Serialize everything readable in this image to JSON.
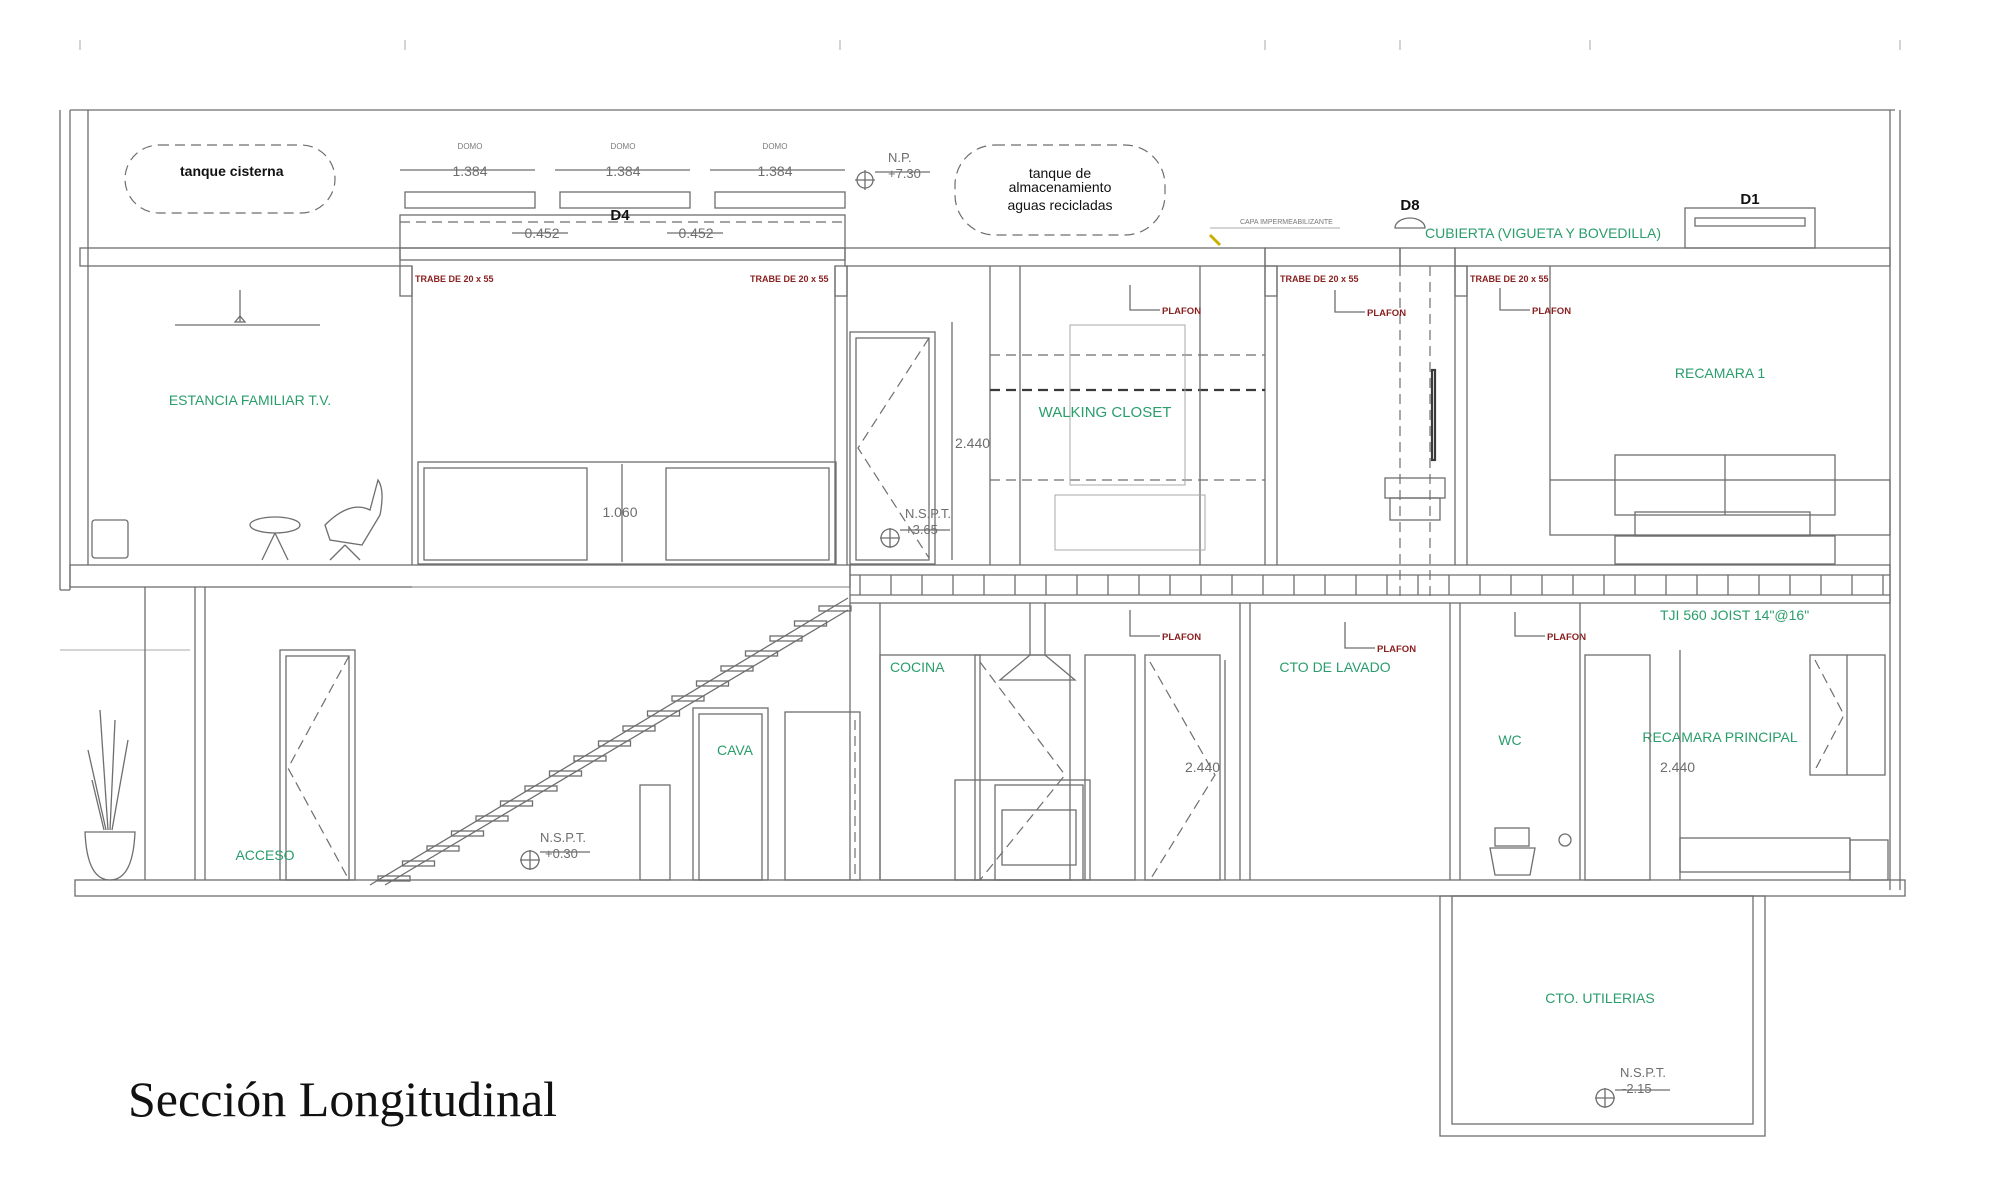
{
  "title": "Sección Longitudinal",
  "tanks": {
    "cistern": "tanque cisterna",
    "storage_line1": "tanque de",
    "storage_line2": "almacenamiento",
    "storage_line3": "aguas recicladas"
  },
  "skylights": {
    "label": "DOMO",
    "width": "1.384",
    "gap": "0.452",
    "tag_d4": "D4",
    "tag_d8": "D8",
    "tag_d1": "D1"
  },
  "roof": {
    "level_label": "N.P.",
    "level_value": "+7.30",
    "waterproof_note": "CAPA IMPERMEABILIZANTE",
    "cubierta": "CUBIERTA (VIGUETA Y BOVEDILLA)"
  },
  "beams": {
    "label": "TRABE DE 20 x 55"
  },
  "plafon": "PLAFON",
  "rooms": {
    "estancia": "ESTANCIA FAMILIAR T.V.",
    "walking_closet": "WALKING CLOSET",
    "recamara1": "RECAMARA 1",
    "cocina": "COCINA",
    "lavado": "CTO DE LAVADO",
    "wc": "WC",
    "recamara_principal": "RECAMARA PRINCIPAL",
    "cava": "CAVA",
    "acceso": "ACCESO",
    "utilerias": "CTO. UTILERIAS"
  },
  "joist_note": "TJI 560 JOIST 14\"@16\"",
  "dimensions": {
    "rail_height": "1.060",
    "upper_door": "2.440",
    "kitchen": "2.440",
    "bedroom": "2.440"
  },
  "levels": {
    "nspt_label": "N.S.P.T.",
    "upper": "+3.65",
    "ground": "+0.30",
    "basement": "-2.15"
  },
  "colors": {
    "line": "#6e6e6e",
    "room_label": "#2a9d6b",
    "annotation": "#8a1f1f"
  }
}
